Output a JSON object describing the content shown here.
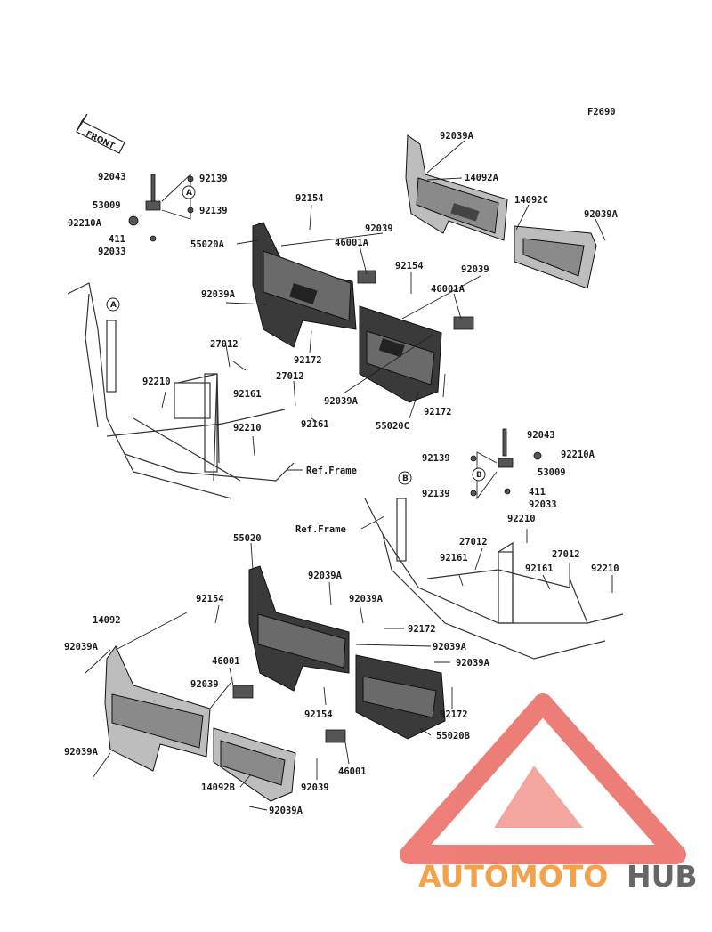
{
  "figure_code": "F2690",
  "front_marker": "FRONT",
  "ref_frame_label": "Ref.Frame",
  "circle_markers": {
    "a": "A",
    "b": "B"
  },
  "watermark": {
    "part1": "AUTOMOTO",
    "part2": "HUB",
    "color_light": "#f4a24a",
    "color_dark": "#666666",
    "triangle_color": "#e8534a"
  },
  "labels": {
    "l_92039A_top": "92039A",
    "l_14092A": "14092A",
    "l_14092C": "14092C",
    "l_92039A_r": "92039A",
    "l_92043": "92043",
    "l_92139_a": "92139",
    "l_53009": "53009",
    "l_92139_b": "92139",
    "l_92210A": "92210A",
    "l_411": "411",
    "l_92033": "92033",
    "l_92154_t": "92154",
    "l_92039_t": "92039",
    "l_46001A_t": "46001A",
    "l_55020A": "55020A",
    "l_92154_m": "92154",
    "l_92039_m": "92039",
    "l_46001A_m": "46001A",
    "l_92039A_m": "92039A",
    "l_92172_m": "92172",
    "l_27012_l": "27012",
    "l_92161_l": "92161",
    "l_27012_m": "27012",
    "l_92039A_mm": "92039A",
    "l_92210_l": "92210",
    "l_92161_m": "92161",
    "l_55020C": "55020C",
    "l_92172_r": "92172",
    "l_92210_m": "92210",
    "l_ref_frame_1": "Ref.Frame",
    "l_92043_b": "92043",
    "l_92139_c": "92139",
    "l_92210A_b": "92210A",
    "l_53009_b": "53009",
    "l_92139_d": "92139",
    "l_411_b": "411",
    "l_92033_b": "92033",
    "l_92210_r": "92210",
    "l_ref_frame_2": "Ref.Frame",
    "l_27012_b": "27012",
    "l_27012_c": "27012",
    "l_92161_b": "92161",
    "l_92161_c": "92161",
    "l_92210_c": "92210",
    "l_55020": "55020",
    "l_92039A_b1": "92039A",
    "l_92154_b": "92154",
    "l_92039A_b2": "92039A",
    "l_14092": "14092",
    "l_92172_b1": "92172",
    "l_92039A_b3": "92039A",
    "l_92039A_b4": "92039A",
    "l_92039A_b5": "92039A",
    "l_46001_b": "46001",
    "l_92039_b": "92039",
    "l_92154_b2": "92154",
    "l_92172_b2": "92172",
    "l_55020B": "55020B",
    "l_92039A_b6": "92039A",
    "l_46001_b2": "46001",
    "l_14092B": "14092B",
    "l_92039_b2": "92039",
    "l_92039A_b7": "92039A"
  }
}
